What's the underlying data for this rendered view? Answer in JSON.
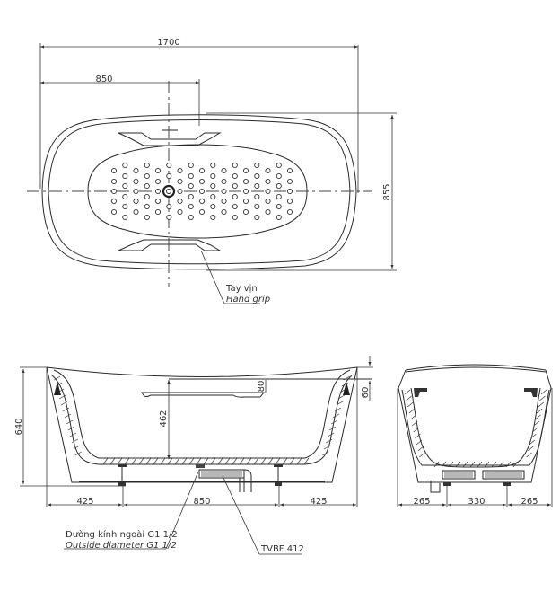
{
  "drawing": {
    "type": "bathtub technical drawing",
    "top_view": {
      "overall_length_label": "1700",
      "half_length_label": "850",
      "width_label": "855",
      "callout_vi": "Tay vịn",
      "callout_en": "Hand grip"
    },
    "side_view": {
      "height_label": "640",
      "depth_label": "462",
      "grip_offset_label": "80",
      "rim_offset_label": "60",
      "foot_spacing_labels": [
        "425",
        "850",
        "425"
      ],
      "drain_callout_vi": "Đường kính ngoài G1 1/2",
      "drain_callout_en": "Outside diameter G1 1/2",
      "waste_model_label": "TVBF 412"
    },
    "end_view": {
      "foot_spacing_labels": [
        "265",
        "330",
        "265"
      ]
    }
  }
}
